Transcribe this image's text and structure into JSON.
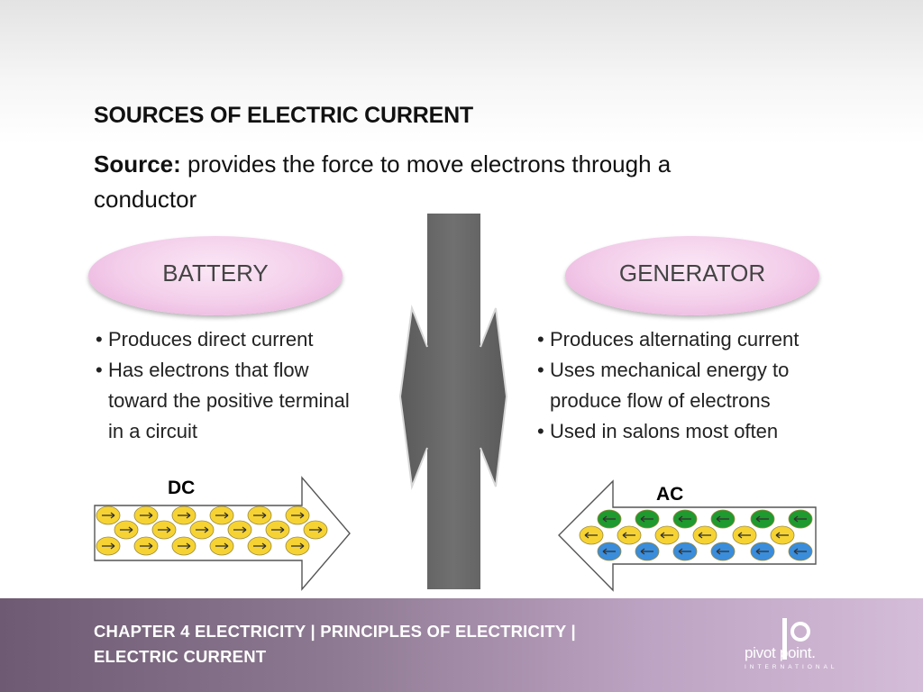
{
  "slide": {
    "title": "SOURCES OF ELECTRIC CURRENT",
    "definition_term": "Source:",
    "definition_text": "provides the force to move electrons through a conductor"
  },
  "left": {
    "heading": "BATTERY",
    "bullets": [
      "Produces direct current",
      "Has electrons that flow toward the positive terminal in a circuit"
    ],
    "diagram_label": "DC"
  },
  "right": {
    "heading": "GENERATOR",
    "bullets": [
      "Produces alternating current",
      "Uses mechanical energy to produce flow of electrons",
      "Used in salons most often"
    ],
    "diagram_label": "AC"
  },
  "footer": {
    "breadcrumb": "CHAPTER 4  ELECTRICITY  |  PRINCIPLES OF ELECTRICITY  |  ELECTRIC CURRENT",
    "logo_word": "pivot point.",
    "logo_sub": "INTERNATIONAL"
  },
  "colors": {
    "electron_yellow": "#f6d332",
    "electron_green": "#1f9a2e",
    "electron_blue": "#3a8ddb",
    "divider_gray": "#6b6b6b",
    "footer_purple": "#8c7890"
  }
}
